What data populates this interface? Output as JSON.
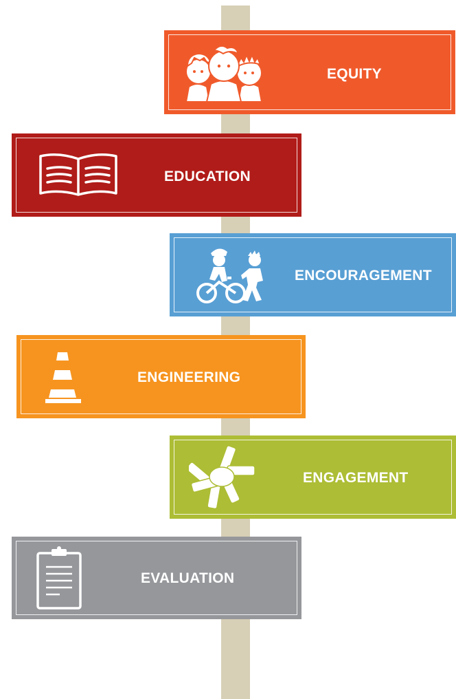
{
  "colors": {
    "post": "#d7cfb6",
    "equity": "#f05a2b",
    "education": "#b01c19",
    "encouragement": "#589fd4",
    "engineering": "#f6941f",
    "engagement": "#adbd35",
    "evaluation": "#95979b"
  },
  "signs": [
    {
      "label": "EQUITY",
      "icon": "children-faces-icon",
      "color": "#f05a2b"
    },
    {
      "label": "EDUCATION",
      "icon": "open-book-icon",
      "color": "#b01c19"
    },
    {
      "label": "ENCOURAGEMENT",
      "icon": "kids-biking-walking-icon",
      "color": "#589fd4"
    },
    {
      "label": "ENGINEERING",
      "icon": "traffic-cone-icon",
      "color": "#f6941f"
    },
    {
      "label": "ENGAGEMENT",
      "icon": "joined-hands-icon",
      "color": "#adbd35"
    },
    {
      "label": "EVALUATION",
      "icon": "clipboard-icon",
      "color": "#95979b"
    }
  ]
}
